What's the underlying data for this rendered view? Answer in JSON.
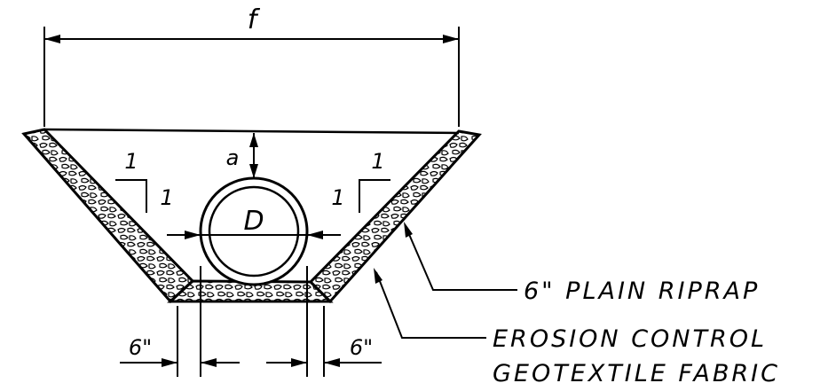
{
  "labels": {
    "top_width": "f",
    "depth_cover": "a",
    "pipe_diameter": "D",
    "slope_left_vertical": "1",
    "slope_left_horizontal": "1",
    "slope_right_vertical": "1",
    "slope_right_horizontal": "1",
    "offset_left": "6\"",
    "offset_right": "6\"",
    "callout_riprap": "6\" PLAIN RIPRAP",
    "callout_fabric_line1": "EROSION CONTROL",
    "callout_fabric_line2": "GEOTEXTILE FABRIC"
  },
  "colors": {
    "line": "#000000",
    "background": "#ffffff"
  }
}
